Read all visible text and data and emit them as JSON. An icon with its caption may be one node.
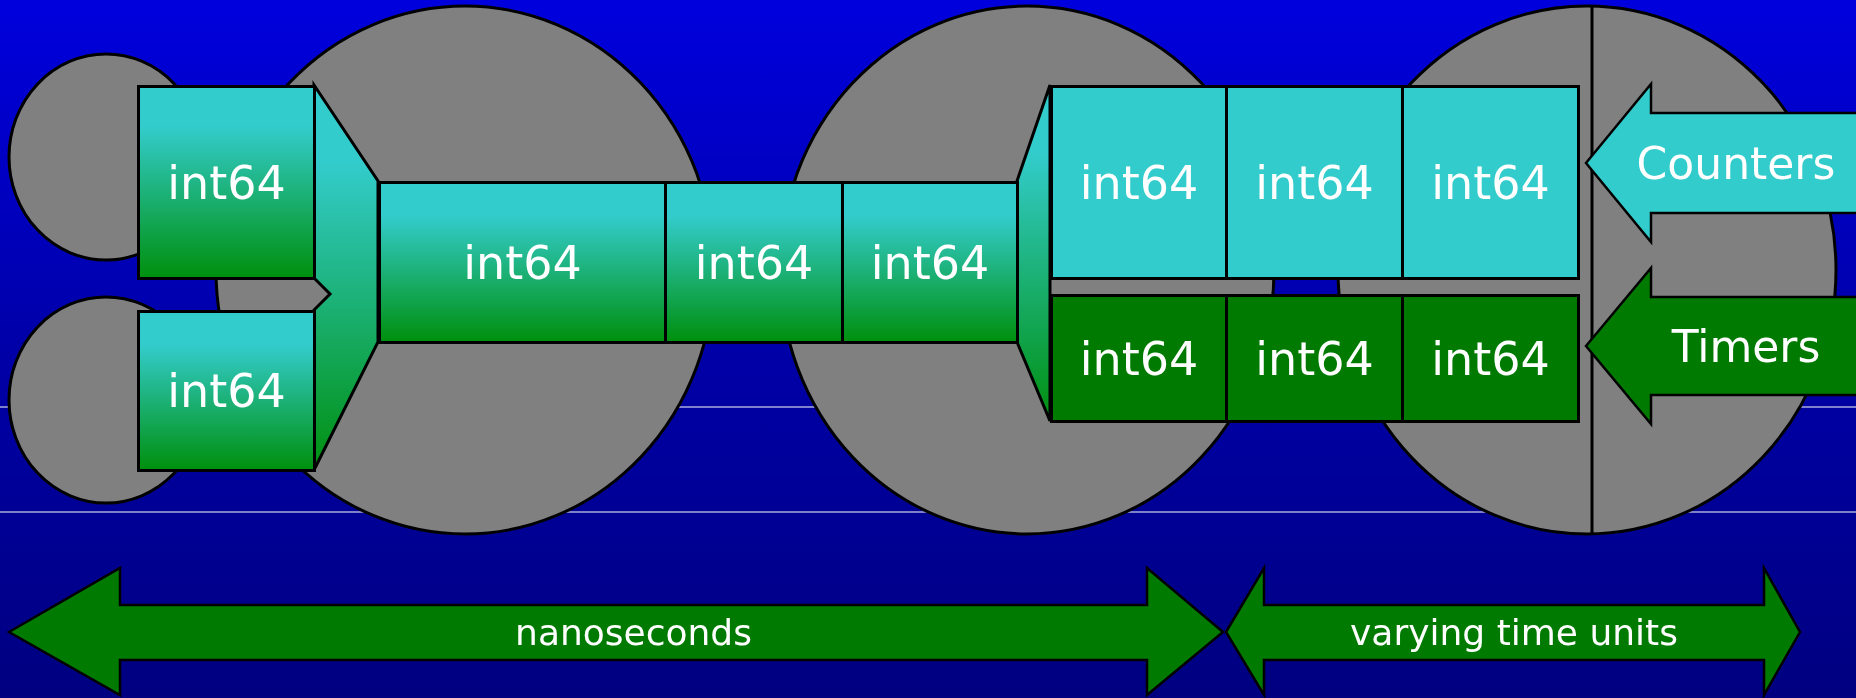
{
  "diagram": {
    "nodes": [
      {
        "text": [
          "int64"
        ]
      },
      {
        "text": [
          "int64"
        ]
      },
      {
        "text": [],
        "shape": "trapezoid"
      },
      {
        "text": [
          "int64"
        ]
      },
      {
        "text": [
          "int64"
        ]
      },
      {
        "text": [
          "int64"
        ]
      },
      {
        "text": [],
        "shape": "trapezoid"
      },
      {
        "text": [
          "int64"
        ]
      },
      {
        "text": [
          "int64"
        ]
      },
      {
        "text": [
          "int64"
        ]
      },
      {
        "text": [
          "int64"
        ]
      },
      {
        "text": [
          "int64"
        ]
      },
      {
        "text": [
          "int64"
        ]
      }
    ],
    "edges": [
      {
        "from": null,
        "to": 9,
        "arrow": "to",
        "label": "Counters"
      },
      {
        "from": null,
        "to": 12,
        "arrow": "to",
        "label": "Timers"
      }
    ],
    "labels": [
      "nanoseconds",
      "varying time units"
    ]
  }
}
